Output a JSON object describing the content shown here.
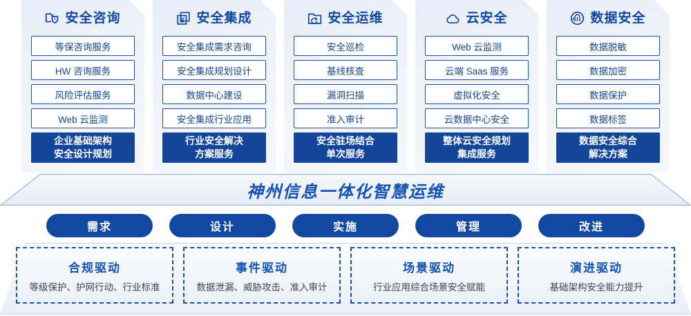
{
  "cards": [
    {
      "icon": "folder-shield-icon",
      "title": "安全咨询",
      "items": [
        "等保咨询服务",
        "HW 咨询服务",
        "风险评估服务",
        "Web 云监测"
      ],
      "highlight": "企业基础架构\n安全设计规划",
      "highlight_line1": "企业基础架构",
      "highlight_line2": "安全设计规划"
    },
    {
      "icon": "stacked-windows-icon",
      "title": "安全集成",
      "items": [
        "安全集成需求咨询",
        "安全集成规划设计",
        "数据中心建设",
        "安全集成行业应用"
      ],
      "highlight_line1": "行业安全解决",
      "highlight_line2": "方案服务"
    },
    {
      "icon": "folder-chart-icon",
      "title": "安全运维",
      "items": [
        "安全巡检",
        "基线核查",
        "漏洞扫描",
        "准入审计"
      ],
      "highlight_line1": "安全驻场结合",
      "highlight_line2": "单次服务"
    },
    {
      "icon": "cloud-icon",
      "title": "云安全",
      "items": [
        "Web 云监测",
        "云端 Saas 服务",
        "虚拟化安全",
        "云数据中心安全"
      ],
      "highlight_line1": "整体云安全规划",
      "highlight_line2": "集成服务"
    },
    {
      "icon": "fingerprint-icon",
      "title": "数据安全",
      "items": [
        "数据脱敏",
        "数据加密",
        "数据保护",
        "数据标签"
      ],
      "highlight_line1": "数据安全综合",
      "highlight_line2": "解决方案"
    }
  ],
  "banner": {
    "title": "神州信息一体化智慧运维"
  },
  "phases": [
    {
      "label": "需求"
    },
    {
      "label": "设计"
    },
    {
      "label": "实施"
    },
    {
      "label": "管理"
    },
    {
      "label": "改进"
    }
  ],
  "drivers": [
    {
      "title": "合规驱动",
      "desc": "等级保护、护网行动、行业标准"
    },
    {
      "title": "事件驱动",
      "desc": "数据泄漏、威胁攻击、准入审计"
    },
    {
      "title": "场景驱动",
      "desc": "行业应用综合场景安全赋能"
    },
    {
      "title": "演进驱动",
      "desc": "基础架构安全能力提升"
    }
  ],
  "colors": {
    "primary": "#12489f",
    "title_blue": "#1452b0",
    "border_blue": "#1b4fa0",
    "card_bg": "#eef2f9",
    "text_dark": "#3a4657"
  }
}
